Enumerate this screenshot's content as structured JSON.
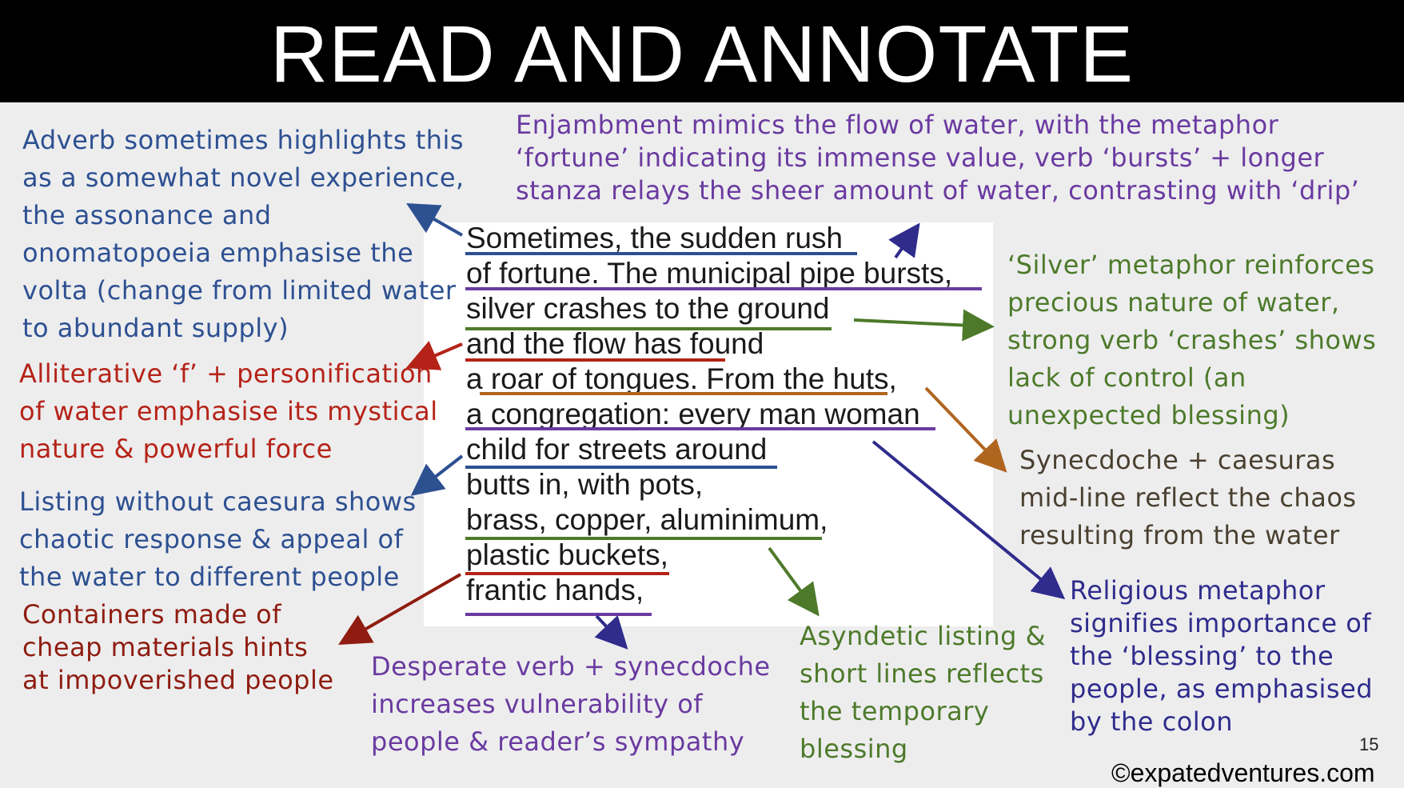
{
  "title": "READ AND ANNOTATE",
  "poem_lines": [
    "Sometimes, the sudden rush",
    "of fortune.  The municipal pipe bursts,",
    "silver crashes to the ground",
    "and the flow has found",
    "a roar of tongues.  From the huts,",
    "a congregation: every man woman",
    "child for streets around",
    "butts in, with pots,",
    "brass, copper, aluminimum,",
    "plastic buckets,",
    "frantic hands,"
  ],
  "annotations": {
    "adverb": [
      "Adverb sometimes highlights this",
      "as a somewhat novel experience,",
      "the assonance and",
      "onomatopoeia emphasise the",
      "volta (change from limited water",
      "to abundant supply)"
    ],
    "enjambment": [
      "Enjambment mimics the flow of water, with the metaphor",
      "‘fortune’ indicating its immense value, verb ‘bursts’ + longer",
      "stanza relays the sheer amount of water, contrasting with ‘drip’"
    ],
    "silver": [
      "‘Silver’ metaphor reinforces",
      "precious nature of water,",
      "strong verb ‘crashes’ shows",
      "lack of control (an",
      "unexpected blessing)"
    ],
    "alliterative": [
      "Alliterative ‘f’ + personification",
      "of water emphasise its mystical",
      "nature & powerful force"
    ],
    "synecdoche_caesuras": [
      "Synecdoche + caesuras",
      "mid-line reflect the chaos",
      "resulting from the water"
    ],
    "listing": [
      "Listing without caesura shows",
      "chaotic response & appeal of",
      "the water to different people"
    ],
    "religious": [
      "Religious metaphor",
      "signifies importance of",
      "the ‘blessing’ to the",
      "people, as emphasised",
      "by the colon"
    ],
    "containers": [
      "Containers made of",
      "cheap materials hints",
      "at impoverished people"
    ],
    "desperate": [
      "Desperate verb + synecdoche",
      "increases vulnerability of",
      "people & reader’s sympathy"
    ],
    "asyndetic": [
      "Asyndetic listing &",
      "short lines reflects",
      "the temporary",
      "blessing"
    ]
  },
  "colors": {
    "blue": "#2d5091",
    "red": "#b52318",
    "purple": "#6a3aa0",
    "green": "#4d7a2a",
    "orange": "#b0651f",
    "navy": "#2f2c8c",
    "darkred": "#8f1c10"
  },
  "page_number": "15",
  "copyright": "©expatedventures.com"
}
